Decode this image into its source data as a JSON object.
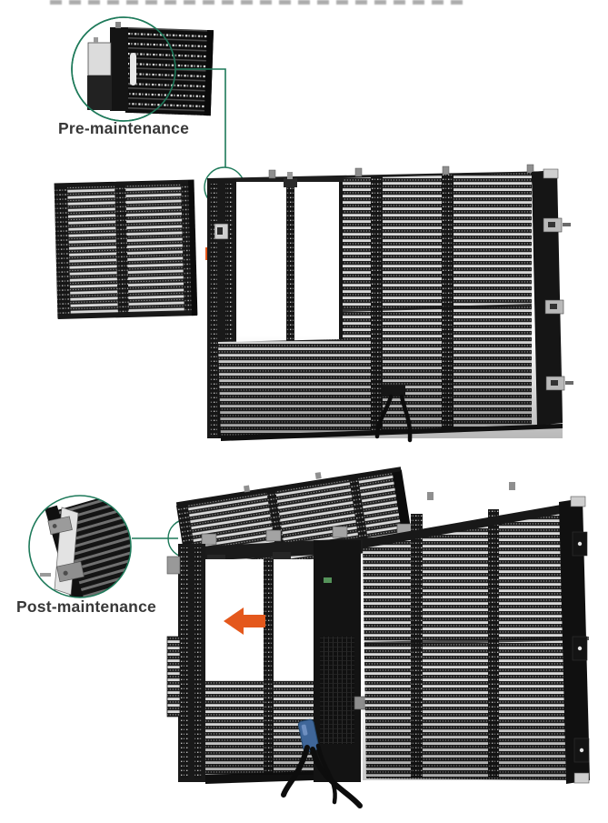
{
  "sections": {
    "pre": {
      "label": "Pre-maintenance",
      "arrow_direction": "right"
    },
    "post": {
      "label": "Post-maintenance",
      "arrow_direction": "left"
    }
  },
  "colors": {
    "accent": "#1e7a5a",
    "arrow": "#e4581c",
    "panelDark": "#1b1b1b",
    "slatLight": "#d6d6d6",
    "background": "#ffffff"
  }
}
